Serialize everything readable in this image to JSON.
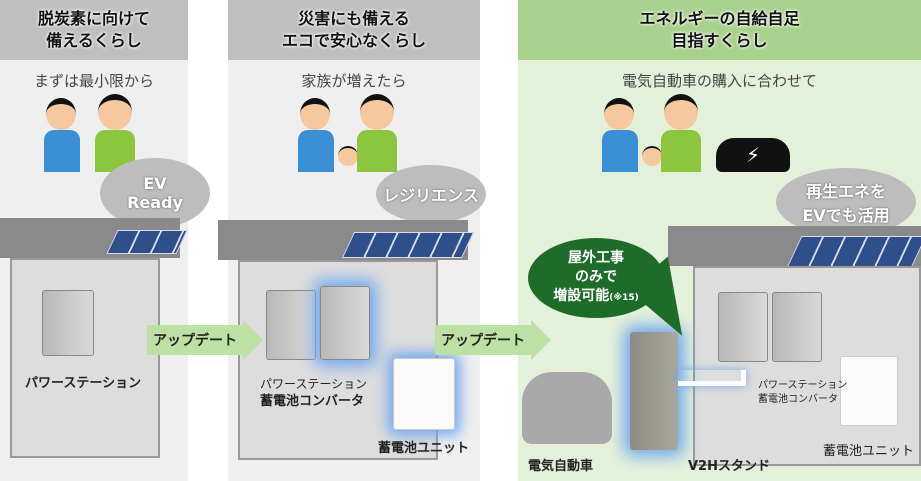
{
  "panels": [
    {
      "title_line1": "脱炭素に向けて",
      "title_line2": "備えるくらし",
      "subtitle": "まずは最小限から",
      "bubble_line1": "EV",
      "bubble_line2": "Ready",
      "labels": {
        "power_station": "パワーステーション"
      }
    },
    {
      "title_line1": "災害にも備える",
      "title_line2": "エコで安心なくらし",
      "subtitle": "家族が増えたら",
      "bubble": "レジリエンス",
      "labels": {
        "power_station": "パワーステーション",
        "converter": "蓄電池コンバータ",
        "battery": "蓄電池ユニット"
      }
    },
    {
      "title_line1": "エネルギーの自給自足",
      "title_line2": "目指すくらし",
      "subtitle": "電気自動車の購入に合わせて",
      "bubble_line1": "再生エネを",
      "bubble_line2": "EVでも活用",
      "callout_line1": "屋外工事",
      "callout_line2": "のみで",
      "callout_line3": "増設可能",
      "callout_note": "(※15)",
      "labels": {
        "power_station": "パワーステーション",
        "converter": "蓄電池コンバータ",
        "battery": "蓄電池ユニット",
        "ev": "電気自動車",
        "v2h": "V2Hスタンド"
      }
    }
  ],
  "arrows": [
    "アップデート",
    "アップデート"
  ],
  "colors": {
    "gray_header": "#bfbfbf",
    "green_header": "#a9d18e",
    "green_bg": "#e4f1da",
    "callout": "#1e6b2a"
  }
}
